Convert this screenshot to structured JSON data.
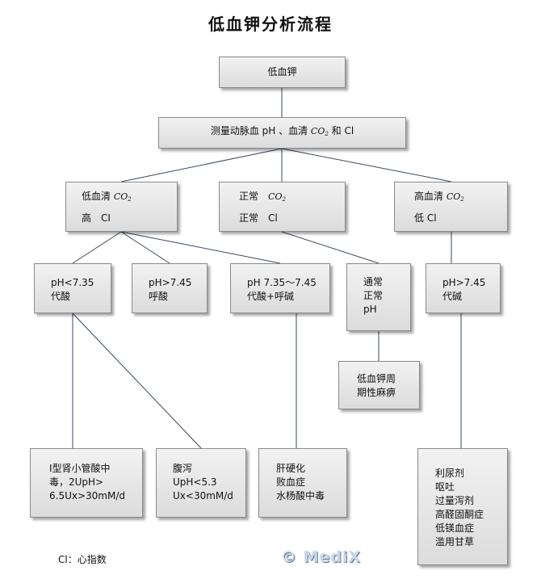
{
  "title": "低血钾分析流程",
  "nodes": {
    "root": "低血钾",
    "measure": {
      "prefix": "测量动脉血 pH 、血清",
      "co2": "CO",
      "sub": "2",
      "suffix": "和 Cl"
    },
    "low_co2": {
      "line1": "低血清",
      "co2": "CO",
      "sub": "2",
      "line2": "高　CI"
    },
    "normal_co2": {
      "line1": "正常",
      "co2": "CO",
      "sub": "2",
      "line2": "正常　Cl"
    },
    "high_co2": {
      "line1": "高血清",
      "co2": "CO",
      "sub": "2",
      "line2": "低 Cl"
    },
    "ph_low": [
      "pH<7.35",
      "代酸"
    ],
    "ph_high_resp": [
      "pH>7.45",
      "呼酸"
    ],
    "ph_mixed": [
      "pH 7.35～7.45",
      "代酸+呼碱"
    ],
    "ph_normal": [
      "通常",
      "正常",
      "pH"
    ],
    "ph_alk": [
      "pH>7.45",
      "代碱"
    ],
    "periodic": [
      "低血钾周",
      "期性麻痹"
    ],
    "rta": [
      "Ⅰ型肾小管酸中",
      "毒，2UpH>",
      "6.5Ux>30mM/d"
    ],
    "diarrhea": [
      "腹泻",
      "UpH<5.3",
      "Ux<30mM/d"
    ],
    "cirrhosis": [
      "肝硬化",
      "败血症",
      "水杨酸中毒"
    ],
    "alk_causes": [
      "利尿剂",
      "呕吐",
      "过量泻剂",
      "高醛固酮症",
      "低镁血症",
      "滥用甘草"
    ]
  },
  "legend": "Cl：心指数",
  "watermark": "© MediX"
}
